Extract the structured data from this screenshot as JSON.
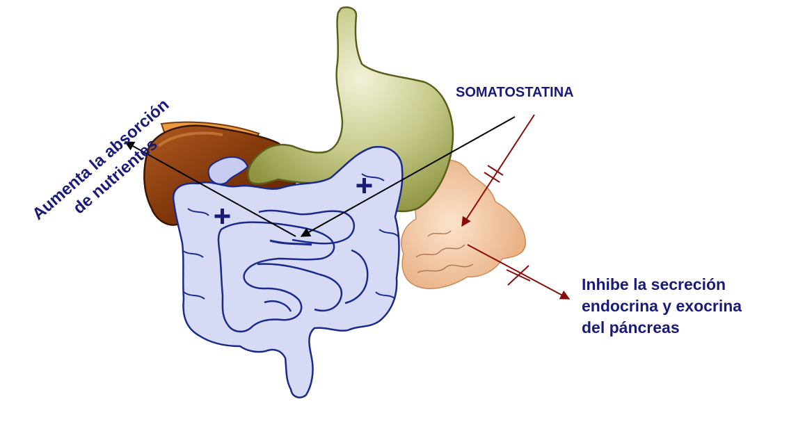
{
  "diagram": {
    "hormone_label": "SOMATOSTATINA",
    "intestine_effect": {
      "line1": "Aumenta la absorción",
      "line2": "de nutrientes"
    },
    "pancreas_effect": {
      "line1": "Inhibe la secreción",
      "line2": "endocrina y exocrina",
      "line3": "del páncreas"
    },
    "stimulation_symbol": "+",
    "colors": {
      "label_text": "#1a1a7a",
      "inhibition_arrow": "#8b0a0a",
      "stimulation_arrow": "#000000",
      "intestine_fill": "#d6daf5",
      "intestine_outline": "#1a2a8a",
      "stomach_fill": "#a8ad5c",
      "liver_fill": "#8a3a10",
      "pancreas_fill": "#f2c9a5"
    },
    "icons": [
      "liver-organ",
      "stomach-organ",
      "pancreas-organ",
      "intestine-organ"
    ]
  }
}
